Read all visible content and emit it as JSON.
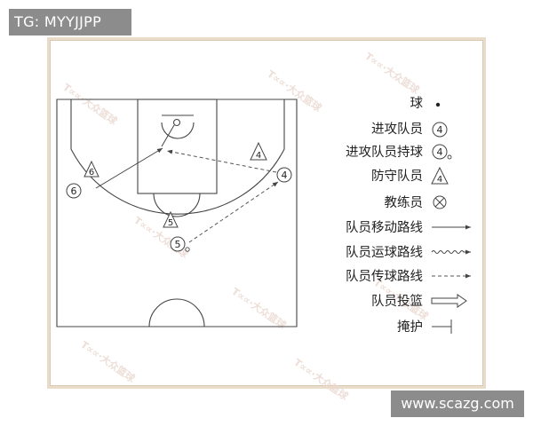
{
  "tag": "TG: MYYJJPP",
  "website": "www.scazg.com",
  "players": {
    "offense": [
      "6",
      "4",
      "5"
    ],
    "defense": [
      "6",
      "4",
      "5"
    ]
  },
  "legend": [
    {
      "label": "球",
      "symbol": "ball"
    },
    {
      "label": "进攻队员",
      "symbol": "offense-player",
      "glyph": "4"
    },
    {
      "label": "进攻队员持球",
      "symbol": "offense-player-with-ball",
      "glyph": "4"
    },
    {
      "label": "防守队员",
      "symbol": "defense-player",
      "glyph": "4"
    },
    {
      "label": "教练员",
      "symbol": "coach"
    },
    {
      "label": "队员移动路线",
      "symbol": "move-line"
    },
    {
      "label": "队员运球路线",
      "symbol": "dribble-line"
    },
    {
      "label": "队员传球路线",
      "symbol": "pass-line"
    },
    {
      "label": "队员投篮",
      "symbol": "shot-arrow"
    },
    {
      "label": "掩护",
      "symbol": "screen"
    }
  ],
  "colors": {
    "frame": "#e9dccb",
    "badge": "#8c8c8c",
    "lines": "#444444"
  }
}
